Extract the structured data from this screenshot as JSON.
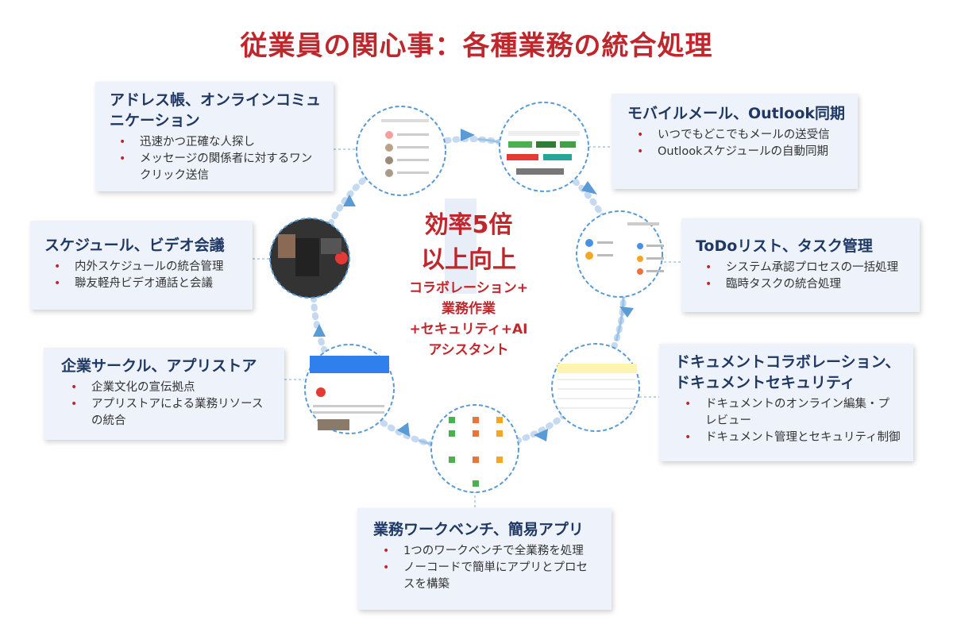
{
  "title": "従業員の関心事：各種業務の統合処理",
  "center": {
    "line1": "効率5倍",
    "line2": "以上向上",
    "sub1": "コラボレーション+",
    "sub2": "業務作業",
    "sub3": "+セキュリティ+AI",
    "sub4": "アシスタント"
  },
  "boxes": {
    "address": {
      "heading": "アドレス帳、オンラインコミュニケーション",
      "items": [
        "迅速かつ正確な人探し",
        "メッセージの関係者に対するワンクリック送信"
      ]
    },
    "mobile": {
      "heading": "モバイルメール、Outlook同期",
      "items": [
        "いつでもどこでもメールの送受信",
        "Outlookスケジュールの自動同期"
      ]
    },
    "schedule": {
      "heading": "スケジュール、ビデオ会議",
      "items": [
        "内外スケジュールの統合管理",
        "聯友軽舟ビデオ通話と会議"
      ]
    },
    "todo": {
      "heading": "ToDoリスト、タスク管理",
      "items": [
        "システム承認プロセスの一括処理",
        "臨時タスクの統合処理"
      ]
    },
    "circle": {
      "heading": "企業サークル、アプリストア",
      "items": [
        "企業文化の宣伝拠点",
        "アプリストアによる業務リソースの統合"
      ]
    },
    "document": {
      "heading": "ドキュメントコラボレーション、ドキュメントセキュリティ",
      "items": [
        "ドキュメントのオンライン編集・プレビュー",
        "ドキュメント管理とセキュリティ制御"
      ]
    },
    "workbench": {
      "heading": "業務ワークベンチ、簡易アプリ",
      "items": [
        "1つのワークベンチで全業務を処理",
        "ノーコードで簡単にアプリとプロセスを構築"
      ]
    }
  },
  "colors": {
    "title": "#c0272d",
    "box_bg": "#eef3fb",
    "ring": "#9dc3e6",
    "arrow": "#5b9bd5"
  }
}
